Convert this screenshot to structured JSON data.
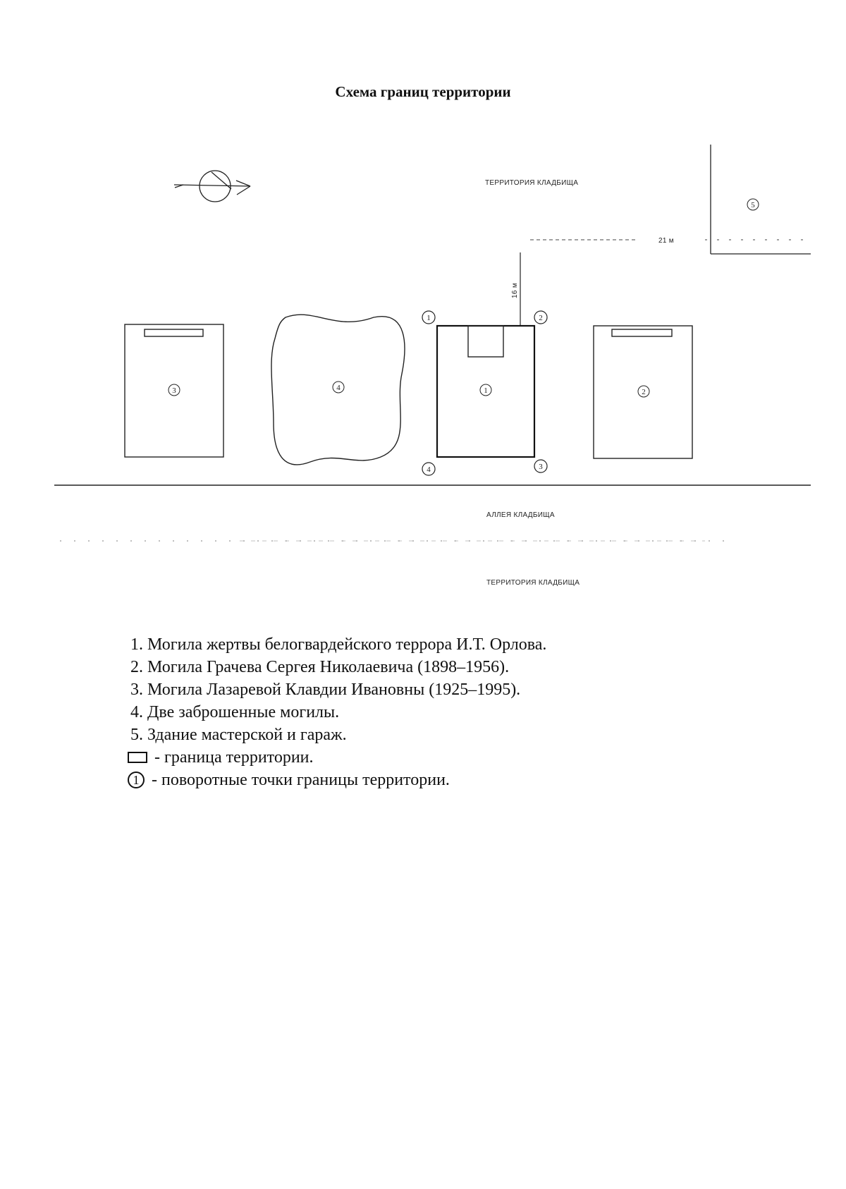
{
  "title": "Схема границ территории",
  "plan": {
    "label_territory_top": "ТЕРРИТОРИЯ КЛАДБИЩА",
    "label_alley": "АЛЛЕЯ КЛАДБИЩА",
    "label_territory_bottom": "ТЕРРИТОРИЯ КЛАДБИЩА",
    "dist_horizontal": "21 м",
    "dist_vertical": "16 м",
    "object_numbers": {
      "obj1": "1",
      "obj2": "2",
      "obj3": "3",
      "obj4": "4",
      "obj5": "5"
    },
    "corner_numbers": {
      "c1": "1",
      "c2": "2",
      "c3": "3",
      "c4": "4"
    }
  },
  "legend": {
    "items": [
      "1. Могила жертвы белогвардейского террора И.Т. Орлова.",
      "2. Могила Грачева Сергея Николаевича (1898–1956).",
      "3. Могила Лазаревой Клавдии Ивановны (1925–1995).",
      "4. Две заброшенные могилы.",
      "5. Здание мастерской и гараж."
    ],
    "boundary_label": "- граница территории.",
    "turning_point_symbol": "1",
    "turning_point_label": "- поворотные точки границы территории."
  }
}
